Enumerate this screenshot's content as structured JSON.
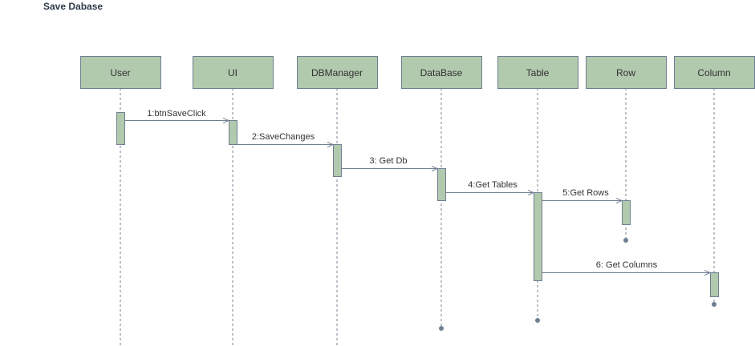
{
  "title": "Save Dabase",
  "colors": {
    "box_fill": "#b1c9ad",
    "stroke": "#6f7f93",
    "text": "#333333"
  },
  "participants": [
    {
      "id": "user",
      "label": "User"
    },
    {
      "id": "ui",
      "label": "UI"
    },
    {
      "id": "dbmanager",
      "label": "DBManager"
    },
    {
      "id": "database",
      "label": "DataBase"
    },
    {
      "id": "table",
      "label": "Table"
    },
    {
      "id": "row",
      "label": "Row"
    },
    {
      "id": "column",
      "label": "Column"
    }
  ],
  "messages": [
    {
      "from": "user",
      "to": "ui",
      "label": "1:btnSaveClick"
    },
    {
      "from": "ui",
      "to": "dbmanager",
      "label": "2:SaveChanges"
    },
    {
      "from": "dbmanager",
      "to": "database",
      "label": "3: Get Db"
    },
    {
      "from": "database",
      "to": "table",
      "label": "4:Get Tables"
    },
    {
      "from": "table",
      "to": "row",
      "label": "5:Get Rows"
    },
    {
      "from": "table",
      "to": "column",
      "label": "6: Get Columns"
    }
  ]
}
